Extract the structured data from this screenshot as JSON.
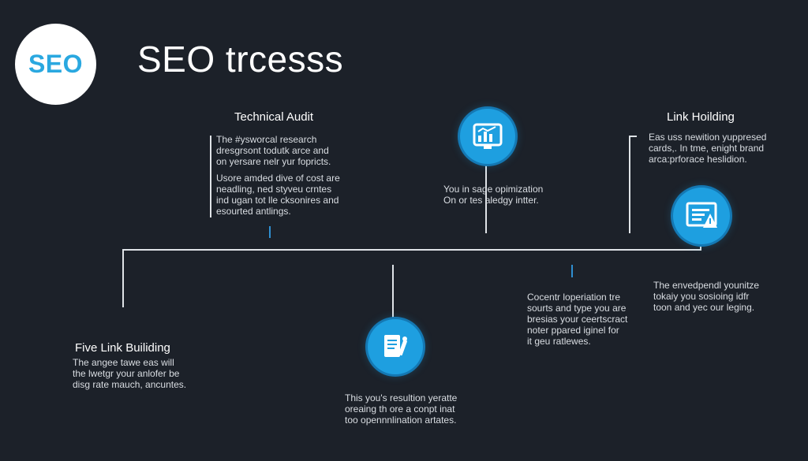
{
  "logo": {
    "text": "SEO"
  },
  "title": "SEO trcesss",
  "steps": {
    "technical_audit": {
      "heading": "Technical Audit",
      "para1": "The #ysworcal research\ndresgrsont todutk arce and\non yersare nelr yur fopricts.",
      "para2": "Usore amded dive of cost are\nneadling, ned styveu crntes\nind ugan tot lle cksonires and\nesourted antlings."
    },
    "optimization": {
      "icon": "analytics-dashboard-icon",
      "text": "You in sage opimization\nOn or tes aledgy intter."
    },
    "link_holding": {
      "heading": "Link Hoilding",
      "text": "Eas uss newition yuppresed\ncards,. In tme, enight brand\narca:prforace heslidion."
    },
    "right_icon": {
      "icon": "report-warning-icon"
    },
    "right_text": {
      "text": "The envedpendl younitze\ntokaiy you sosioing idfr\ntoon and yec our leging."
    },
    "content_step": {
      "text": "Cocentr loperiation tre\nsourts and type you are\nbresias your ceertscract\nnoter ppared iginel for\nit geu ratlewes."
    },
    "bottom_step": {
      "icon": "document-pen-icon",
      "text": "This you's resultion yeratte\noreaing th ore a conpt inat\ntoo opennnlination artates."
    },
    "five_link": {
      "heading": "Five Link Builiding",
      "text": "The angee tawe eas will\nthe lwetgr your anlofer be\ndisg rate mauch, ancuntes."
    }
  },
  "colors": {
    "background": "#1c2129",
    "accent": "#1e9fe0",
    "line": "#dfe3e7",
    "tick": "#2f8fd1"
  }
}
